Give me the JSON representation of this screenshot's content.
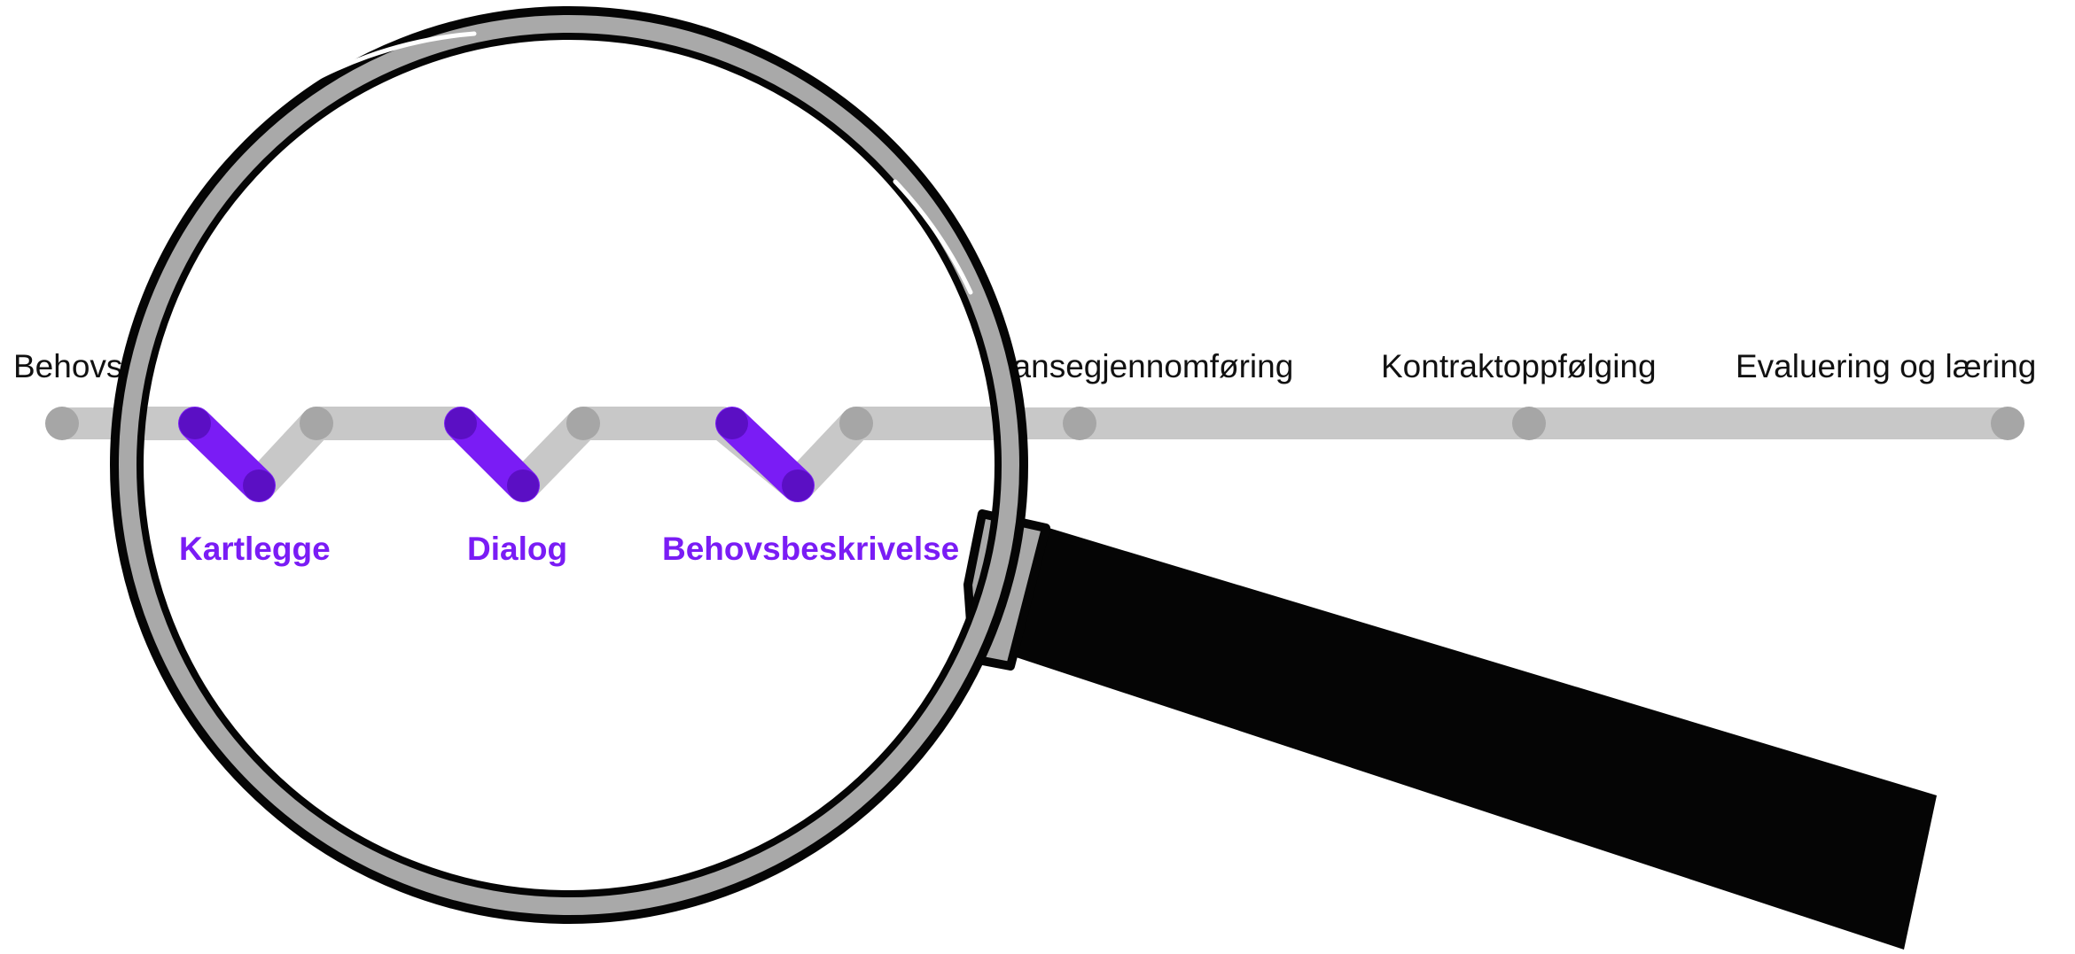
{
  "colors": {
    "track": "#c8c8c8",
    "node": "#a6a6a6",
    "accent": "#7a1cf5",
    "accent_node": "#5b0fc4",
    "lens_rim": "#a9a9a9",
    "handle": "#050505"
  },
  "phases": {
    "p1": "Behovsavklaring",
    "p2": "Konkurransegjennomføring",
    "p3": "Kontraktoppfølging",
    "p4": "Evaluering og læring"
  },
  "steps": {
    "s1": "Kartlegge",
    "s2": "Dialog",
    "s3": "Behovsbeskrivelse"
  },
  "decoration": {
    "icon": "magnifying-glass-icon"
  }
}
